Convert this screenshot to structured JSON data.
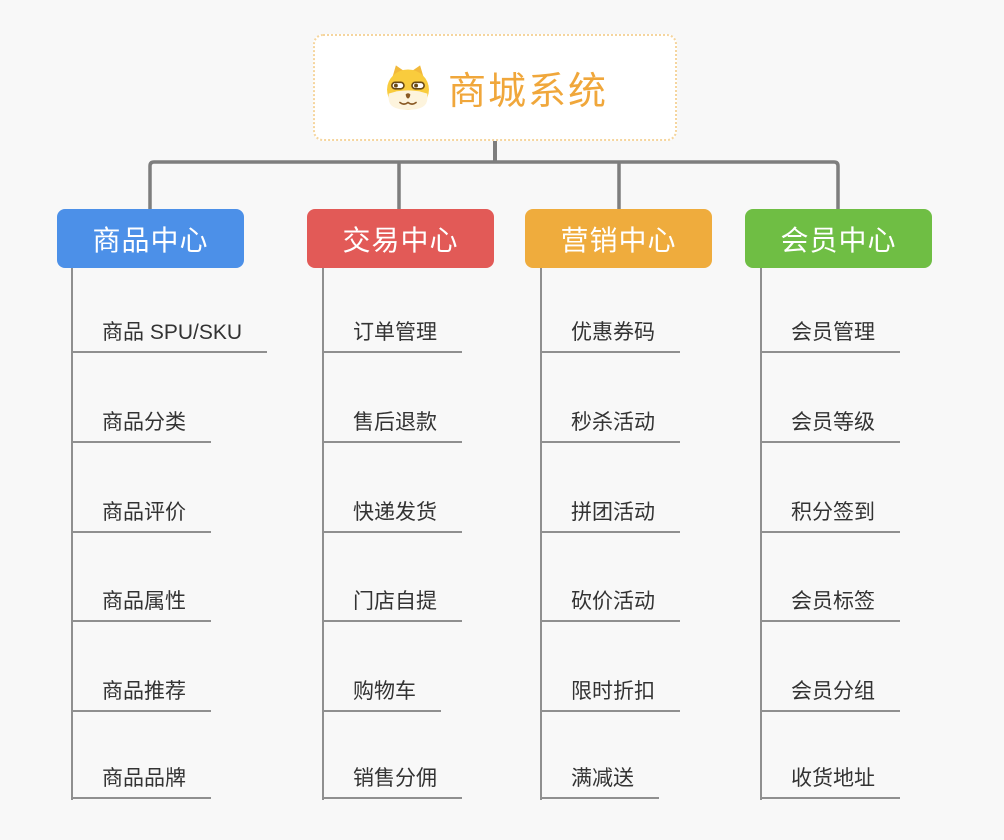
{
  "page": {
    "background_color": "#f8f8f8",
    "connector_color": "#7e7e7e",
    "underline_color": "#8f8f8f",
    "subtopic_text_color": "#333333"
  },
  "root": {
    "title": "商城系统",
    "title_color": "#f0a73b",
    "border_color": "#f5d59e",
    "icon": "doge-face-icon"
  },
  "branches": [
    {
      "label": "商品中心",
      "color": "#4c90e8",
      "items": [
        "商品 SPU/SKU",
        "商品分类",
        "商品评价",
        "商品属性",
        "商品推荐",
        "商品品牌"
      ]
    },
    {
      "label": "交易中心",
      "color": "#e25a57",
      "items": [
        "订单管理",
        "售后退款",
        "快递发货",
        "门店自提",
        "购物车",
        "销售分佣"
      ]
    },
    {
      "label": "营销中心",
      "color": "#efac3d",
      "items": [
        "优惠券码",
        "秒杀活动",
        "拼团活动",
        "砍价活动",
        "限时折扣",
        "满减送"
      ]
    },
    {
      "label": "会员中心",
      "color": "#6fbe44",
      "items": [
        "会员管理",
        "会员等级",
        "积分签到",
        "会员标签",
        "会员分组",
        "收货地址"
      ]
    }
  ]
}
